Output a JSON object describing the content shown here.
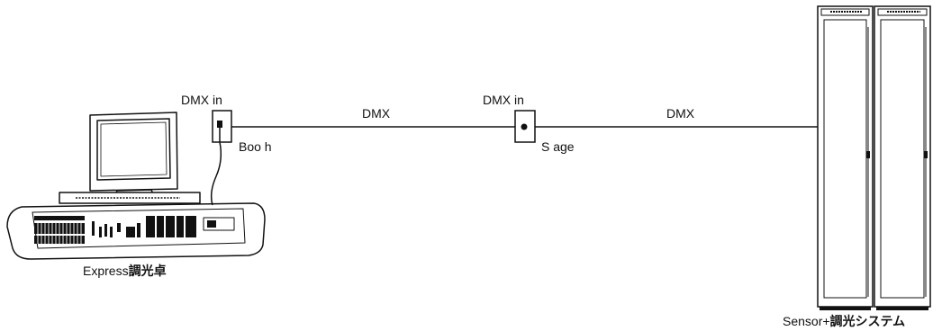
{
  "labels": {
    "dmx_in_booth": "DMX in",
    "booth": "Boo h",
    "dmx_cable_1": "DMX",
    "dmx_in_stage": "DMX in",
    "stage": "S age",
    "dmx_cable_2": "DMX",
    "console_name_latin": "Express",
    "console_name_jp": "調光卓",
    "rack_name_latin": "Sensor+",
    "rack_name_jp": "調光システム"
  }
}
